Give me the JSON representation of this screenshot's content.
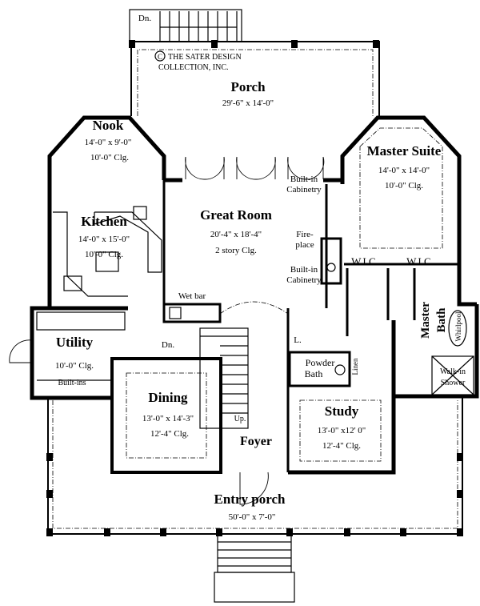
{
  "copyright": {
    "symbol": "C",
    "line1": "THE SATER DESIGN",
    "line2": "COLLECTION, INC."
  },
  "rooms": {
    "porch": {
      "name": "Porch",
      "dims": "29'-6\" x 14'-0\""
    },
    "nook": {
      "name": "Nook",
      "dims": "14'-0\" x 9'-0\"",
      "ceiling": "10'-0\" Clg."
    },
    "kitchen": {
      "name": "Kitchen",
      "dims": "14'-0\" x 15'-0\"",
      "ceiling": "10'-0\" Clg."
    },
    "great_room": {
      "name": "Great Room",
      "dims": "20'-4\" x 18'-4\"",
      "ceiling": "2 story Clg."
    },
    "master_suite": {
      "name": "Master Suite",
      "dims": "14'-0\" x 14'-0\"",
      "ceiling": "10'-0\" Clg."
    },
    "utility": {
      "name": "Utility",
      "ceiling": "10'-0\" Clg.",
      "note": "Built-ins"
    },
    "dining": {
      "name": "Dining",
      "dims": "13'-0\" x 14'-3\"",
      "ceiling": "12'-4\" Clg."
    },
    "foyer": {
      "name": "Foyer"
    },
    "study": {
      "name": "Study",
      "dims": "13'-0\" x12' 0\"",
      "ceiling": "12'-4\" Clg."
    },
    "entry_porch": {
      "name": "Entry porch",
      "dims": "50'-0\" x 7'-0\""
    },
    "master_bath": {
      "name1": "Master",
      "name2": "Bath"
    }
  },
  "labels": {
    "dn_top": "Dn.",
    "dn_stair": "Dn.",
    "up": "Up.",
    "builtin1a": "Built-in",
    "builtin1b": "Cabinetry",
    "builtin2a": "Built-in",
    "builtin2b": "Cabinetry",
    "fire1": "Fire-",
    "fire2": "place",
    "wetbar": "Wet bar",
    "wic1": "W.I.C.",
    "wic2": "W.I.C.",
    "powder1": "Powder",
    "powder2": "Bath",
    "linen": "Linen",
    "laundry": "L.",
    "whirlpool": "Whirlpool",
    "walkin1": "Walk-in",
    "walkin2": "Shower"
  }
}
